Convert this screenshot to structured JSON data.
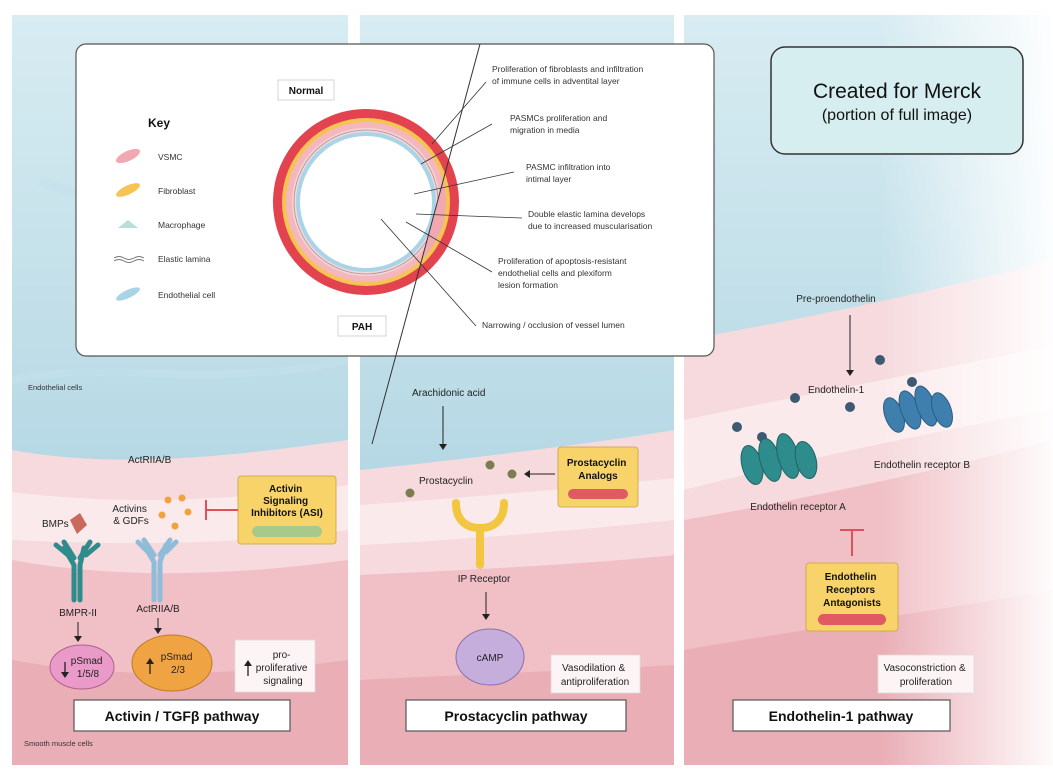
{
  "overlay": {
    "line1": "Created for Merck",
    "line2": "(portion of full image)"
  },
  "inset": {
    "normal_label": "Normal",
    "pah_label": "PAH",
    "key_title": "Key",
    "key_items": [
      "VSMC",
      "Fibroblast",
      "Macrophage",
      "Elastic lamina",
      "Endothelial cell"
    ],
    "callouts": [
      [
        "Proliferation of fibroblasts and infiltration",
        "of immune cells in adventital layer"
      ],
      [
        "PASMCs proliferation and",
        "migration in media"
      ],
      [
        "PASMC infiltration into",
        "intimal layer"
      ],
      [
        "Double elastic lamina develops",
        "due to increased muscularisation"
      ],
      [
        "Proliferation of apoptosis-resistant",
        "endothelial cells and plexiform",
        "lesion formation"
      ],
      [
        "Narrowing / occlusion of vessel lumen"
      ]
    ]
  },
  "panel1": {
    "endothelial_cells": "Endothelial cells",
    "smooth_muscle_cells": "Smooth muscle cells",
    "actriiab_top": "ActRIIA/B",
    "asi": [
      "Activin",
      "Signaling",
      "Inhibitors (ASI)"
    ],
    "activins": [
      "Activins",
      "& GDFs"
    ],
    "bmps": "BMPs",
    "bmpr": "BMPR-II",
    "actriiab_receptor": "ActRIIA/B",
    "psmad158": [
      "pSmad",
      "1/5/8"
    ],
    "psmad23": [
      "pSmad",
      "2/3"
    ],
    "prolif": [
      "pro-",
      "proliferative",
      "signaling"
    ],
    "pathway": "Activin / TGFβ pathway"
  },
  "panel2": {
    "arachidonic": "Arachidonic acid",
    "prostacyclin": "Prostacyclin",
    "analogs": [
      "Prostacyclin",
      "Analogs"
    ],
    "ip_receptor": "IP Receptor",
    "camp": "cAMP",
    "effect": [
      "Vasodilation &",
      "antiproliferation"
    ],
    "pathway": "Prostacyclin pathway"
  },
  "panel3": {
    "preproendothelin": "Pre-proendothelin",
    "endothelin1": "Endothelin-1",
    "receptor_b": "Endothelin receptor B",
    "receptor_a": "Endothelin receptor A",
    "antagonists": [
      "Endothelin",
      "Receptors",
      "Antagonists"
    ],
    "effect": [
      "Vasoconstriction &",
      "proliferation"
    ],
    "pathway": "Endothelin-1 pathway"
  }
}
